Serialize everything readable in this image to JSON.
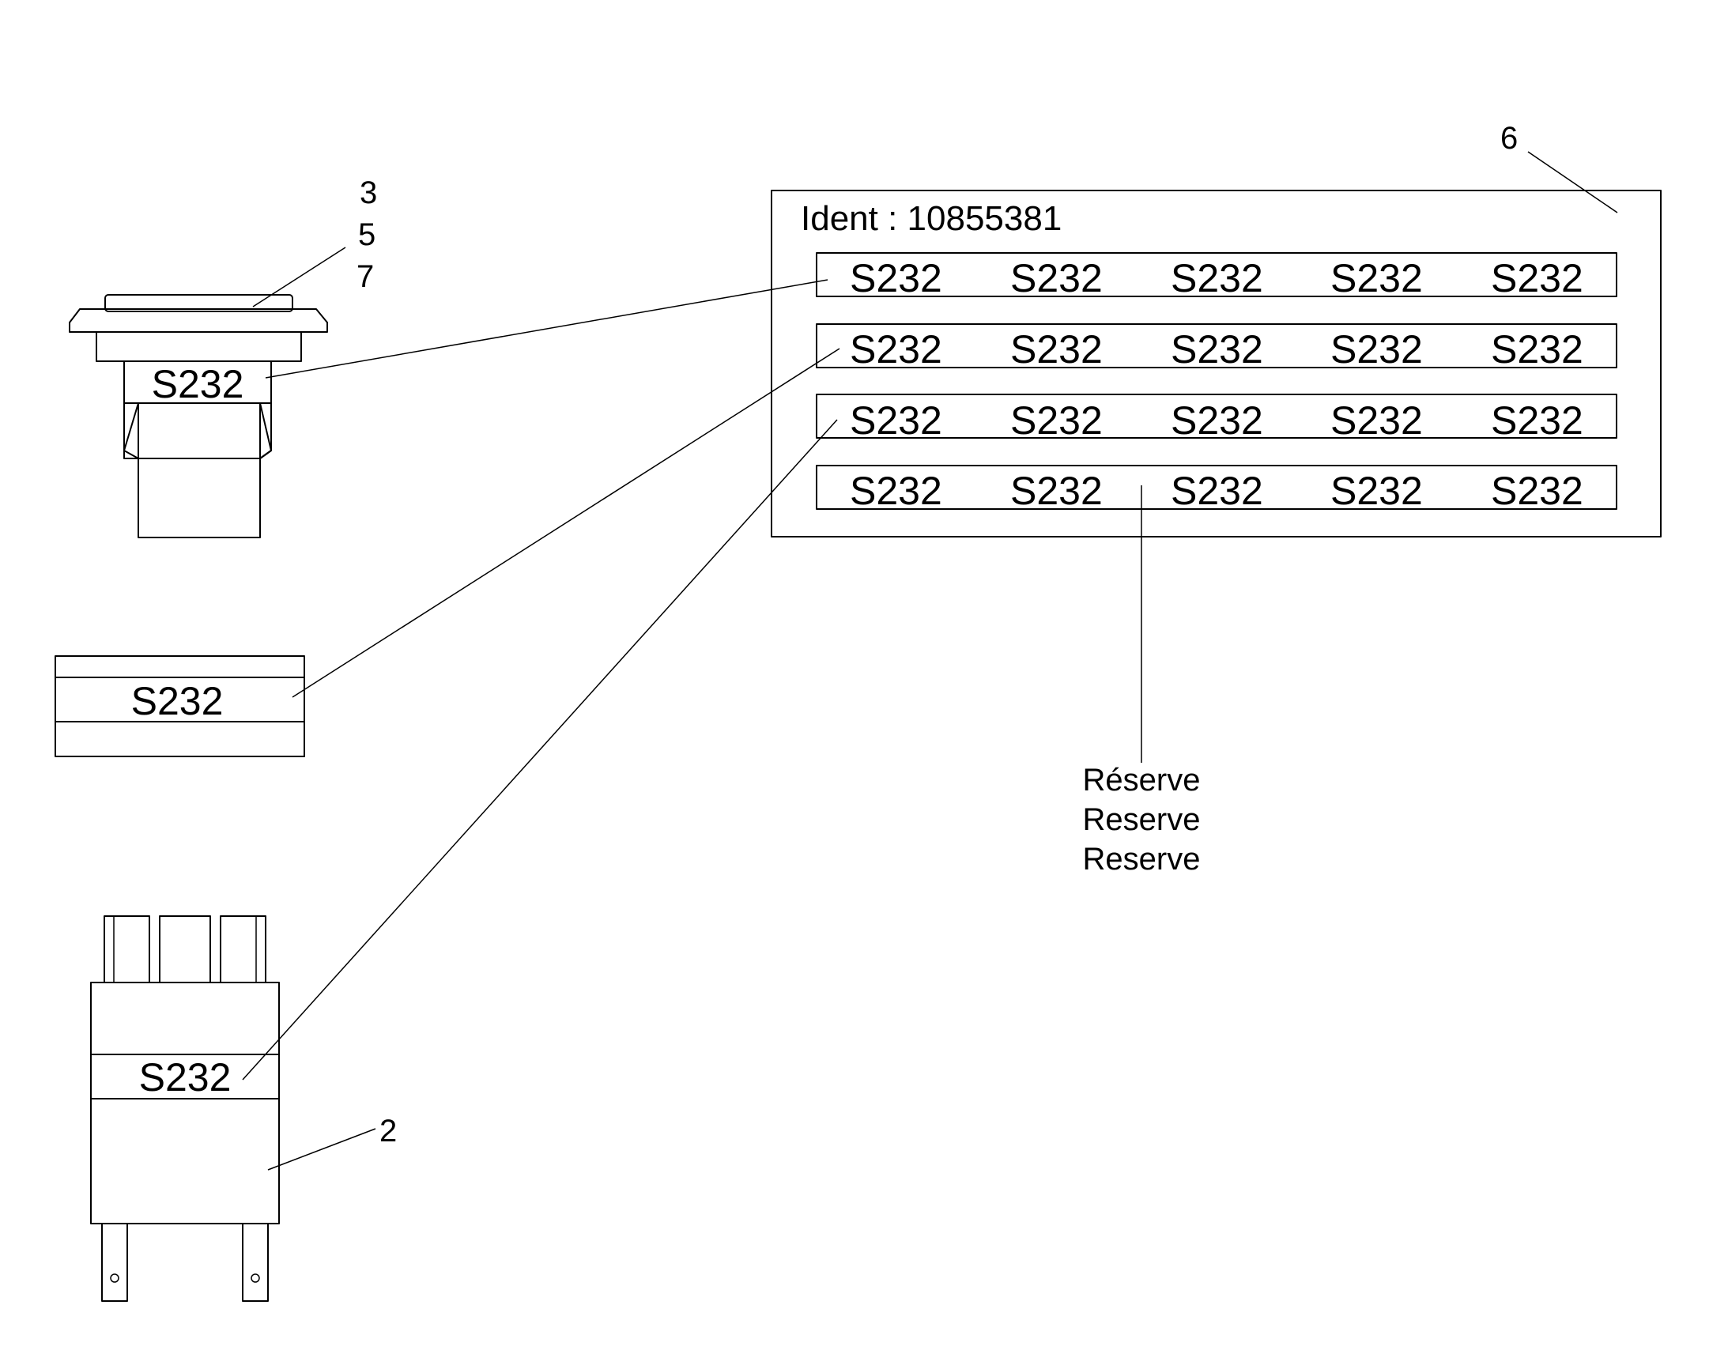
{
  "callouts": {
    "relay_part_numbers": [
      "3",
      "5",
      "7"
    ],
    "relay_base_part": "2",
    "label_plate_part": "6"
  },
  "label_plate": {
    "ident": "Ident : 10855381",
    "rows": [
      [
        "S232",
        "S232",
        "S232",
        "S232",
        "S232"
      ],
      [
        "S232",
        "S232",
        "S232",
        "S232",
        "S232"
      ],
      [
        "S232",
        "S232",
        "S232",
        "S232",
        "S232"
      ],
      [
        "S232",
        "S232",
        "S232",
        "S232",
        "S232"
      ]
    ]
  },
  "components": {
    "relay_top_label": "S232",
    "fuse_label": "S232",
    "relay_base_label": "S232"
  },
  "reserve_note": [
    "Réserve",
    "Reserve",
    "Reserve"
  ]
}
